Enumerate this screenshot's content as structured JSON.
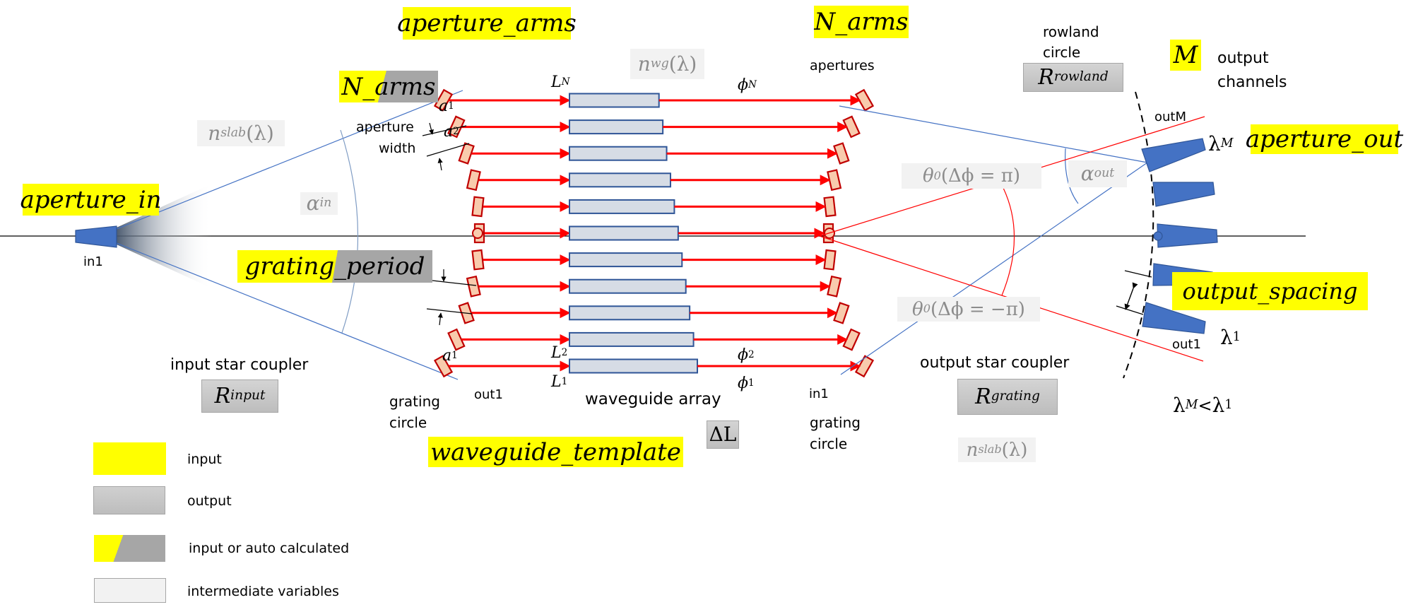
{
  "parameters": {
    "aperture_arms": "aperture_arms",
    "n_arms_top": "N_arms",
    "n_arms_split": "N_arms",
    "aperture_in": "aperture_in",
    "grating_period": "grating_period",
    "waveguide_template": "waveguide_template",
    "m": "M",
    "aperture_out": "aperture_out",
    "output_spacing": "output_spacing"
  },
  "outputs": {
    "r_input": {
      "base": "R",
      "sub": "input"
    },
    "r_grating": {
      "base": "R",
      "sub": "grating"
    },
    "r_rowland": {
      "base": "R",
      "sub": "rowland"
    },
    "delta_l": {
      "base": "ΔL",
      "sub": ""
    }
  },
  "intermediates": {
    "n_slab_in": {
      "base": "n",
      "sub": "slab",
      "suffix": "(λ)"
    },
    "n_slab_out": {
      "base": "n",
      "sub": "slab",
      "suffix": "(λ)"
    },
    "n_wg": {
      "base": "n",
      "sub": "wg",
      "suffix": "(λ)"
    },
    "alpha_in": {
      "base": "α",
      "sub": "in",
      "suffix": ""
    },
    "alpha_out": {
      "base": "α",
      "sub": "out",
      "suffix": ""
    },
    "theta_pos": {
      "base": "θ",
      "sub": "0",
      "suffix": "(Δϕ = π)"
    },
    "theta_neg": {
      "base": "θ",
      "sub": "0",
      "suffix": "(Δϕ = −π)"
    }
  },
  "labels": {
    "in1_left": "in1",
    "apertures": "apertures",
    "aperture_width_1": "aperture",
    "aperture_width_2": "width",
    "rowland_1": "rowland",
    "rowland_2": "circle",
    "output_channels_1": "output",
    "output_channels_2": "channels",
    "out_m": "outM",
    "out1_right": "out1",
    "input_star_coupler": "input star coupler",
    "output_star_coupler": "output star coupler",
    "grating_circle_left_1": "grating",
    "grating_circle_left_2": "circle",
    "grating_circle_right_1": "grating",
    "grating_circle_right_2": "circle",
    "out1_left": "out1",
    "in1_right": "in1",
    "waveguide_array": "waveguide array",
    "lambda_m": {
      "base": "λ",
      "sub": "M"
    },
    "lambda_1": {
      "base": "λ",
      "sub": "1"
    },
    "lambda_relation": {
      "a": "λ",
      "a_sub": "M",
      "op": "< ",
      "b": "λ",
      "b_sub": "1"
    }
  },
  "arm_labels": {
    "a1_top": {
      "base": "a",
      "sub": "1"
    },
    "a2": {
      "base": "a",
      "sub": "2"
    },
    "a1_bottom": {
      "base": "a",
      "sub": "1"
    },
    "l_n": {
      "base": "L",
      "sub": "N"
    },
    "l_2": {
      "base": "L",
      "sub": "2"
    },
    "l_1": {
      "base": "L",
      "sub": "1"
    },
    "phi_n": {
      "base": "ϕ",
      "sub": "N"
    },
    "phi_2": {
      "base": "ϕ",
      "sub": "2"
    },
    "phi_1": {
      "base": "ϕ",
      "sub": "1"
    }
  },
  "arms": {
    "count": 11,
    "waveguide_lengths_relative": [
      1.0,
      0.97,
      0.94,
      0.91,
      0.88,
      0.85,
      0.82,
      0.79,
      0.76,
      0.73,
      0.7
    ]
  },
  "output_channel_count_shown": 5,
  "legend": [
    {
      "kind": "input",
      "label": "input"
    },
    {
      "kind": "output",
      "label": "output"
    },
    {
      "kind": "split",
      "label": "input or auto calculated"
    },
    {
      "kind": "intermediate",
      "label": "intermediate variables"
    }
  ],
  "colors": {
    "input": "#ffff00",
    "output": "#bfbfbf",
    "auto": "#a6a6a6",
    "intermediate": "#f2f2f2",
    "arm_arrow": "#ff0000",
    "aperture_fill": "#f8cbad",
    "aperture_stroke": "#c00000",
    "waveguide_fill": "#d6dce5",
    "waveguide_stroke": "#2f5597",
    "taper": "#4472c4",
    "ray": "#4472c4"
  }
}
